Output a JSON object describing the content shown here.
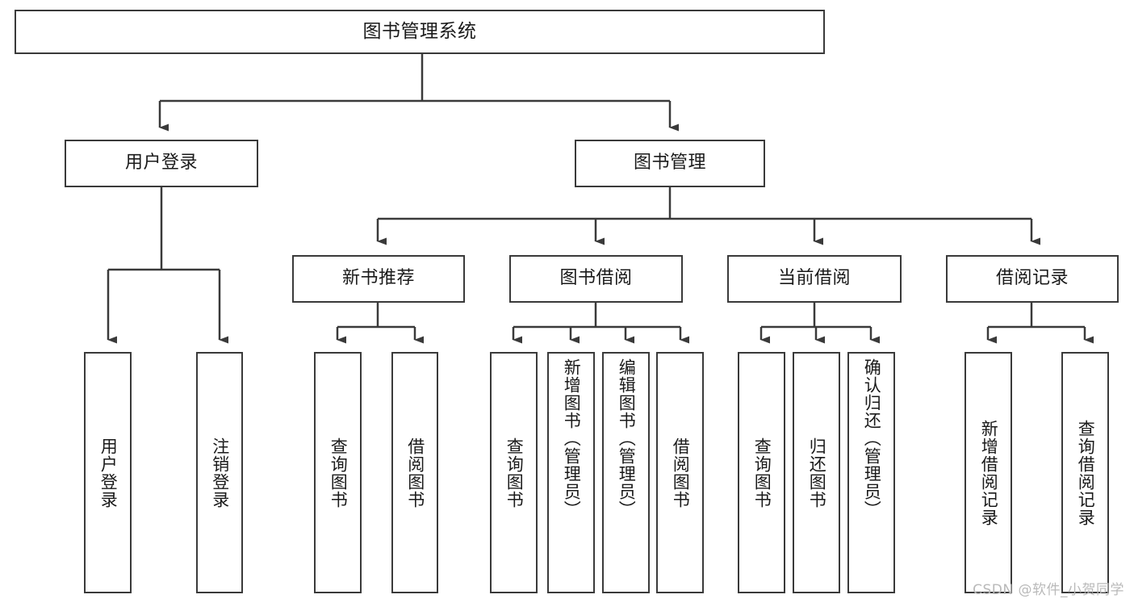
{
  "diagram": {
    "title": "图书管理系统",
    "type": "hierarchy-tree",
    "orientation": "top-down",
    "colors": {
      "background": "#ffffff",
      "node_border": "#3a3a3a",
      "node_fill": "#ffffff",
      "edge": "#3a3a3a",
      "text": "#1a1a1a",
      "watermark": "#b9b9b9"
    },
    "watermark": "CSDN @软件_小贺同学",
    "root": {
      "id": "root",
      "label": "图书管理系统"
    },
    "level2": [
      {
        "id": "user-login",
        "label": "用户登录"
      },
      {
        "id": "book-manage",
        "label": "图书管理"
      }
    ],
    "level3": [
      {
        "id": "new-book-recommend",
        "label": "新书推荐",
        "parent": "book-manage"
      },
      {
        "id": "book-borrow",
        "label": "图书借阅",
        "parent": "book-manage"
      },
      {
        "id": "current-borrow",
        "label": "当前借阅",
        "parent": "book-manage"
      },
      {
        "id": "borrow-record",
        "label": "借阅记录",
        "parent": "book-manage"
      }
    ],
    "leaves": [
      {
        "id": "leaf-user-login",
        "label": "用户登录",
        "parent": "user-login"
      },
      {
        "id": "leaf-user-logout",
        "label": "注销登录",
        "parent": "user-login"
      },
      {
        "id": "leaf-query-book-1",
        "label": "查询图书",
        "parent": "new-book-recommend"
      },
      {
        "id": "leaf-borrow-book-1",
        "label": "借阅图书",
        "parent": "new-book-recommend"
      },
      {
        "id": "leaf-query-book-2",
        "label": "查询图书",
        "parent": "book-borrow"
      },
      {
        "id": "leaf-add-book",
        "label": "新增图书（管理员）",
        "parent": "book-borrow"
      },
      {
        "id": "leaf-edit-book",
        "label": "编辑图书（管理员）",
        "parent": "book-borrow"
      },
      {
        "id": "leaf-borrow-book-2",
        "label": "借阅图书",
        "parent": "book-borrow"
      },
      {
        "id": "leaf-query-book-3",
        "label": "查询图书",
        "parent": "current-borrow"
      },
      {
        "id": "leaf-return-book",
        "label": "归还图书",
        "parent": "current-borrow"
      },
      {
        "id": "leaf-confirm-return",
        "label": "确认归还（管理员）",
        "parent": "current-borrow"
      },
      {
        "id": "leaf-add-record",
        "label": "新增借阅记录",
        "parent": "borrow-record"
      },
      {
        "id": "leaf-query-record",
        "label": "查询借阅记录",
        "parent": "borrow-record"
      }
    ]
  }
}
